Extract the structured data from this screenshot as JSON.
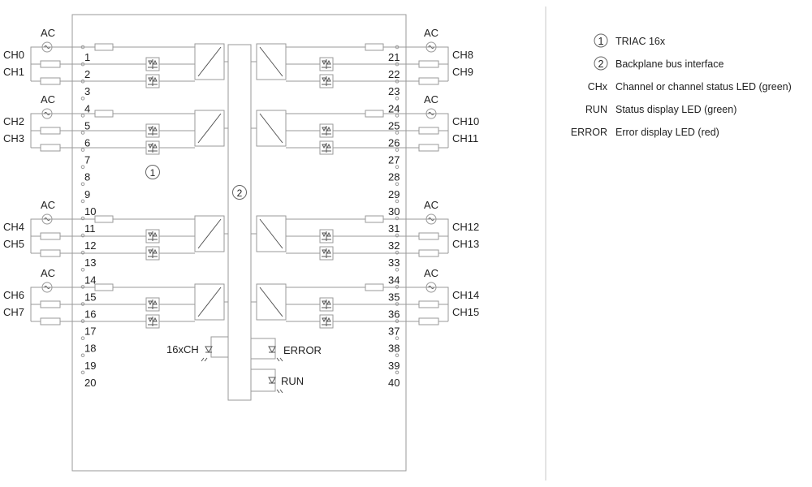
{
  "module": {
    "pins_left": [
      "1",
      "2",
      "3",
      "4",
      "5",
      "6",
      "7",
      "8",
      "9",
      "10",
      "11",
      "12",
      "13",
      "14",
      "15",
      "16",
      "17",
      "18",
      "19",
      "20"
    ],
    "pins_right": [
      "21",
      "22",
      "23",
      "24",
      "25",
      "26",
      "27",
      "28",
      "29",
      "30",
      "31",
      "32",
      "33",
      "34",
      "35",
      "36",
      "37",
      "38",
      "39",
      "40"
    ],
    "callout_triac": "1",
    "callout_bus": "2",
    "led_16xch": "16xCH",
    "led_error": "ERROR",
    "led_run": "RUN"
  },
  "channels_left": [
    {
      "ac": "AC",
      "a": "CH0",
      "b": "CH1"
    },
    {
      "ac": "AC",
      "a": "CH2",
      "b": "CH3"
    },
    {
      "ac": "AC",
      "a": "CH4",
      "b": "CH5"
    },
    {
      "ac": "AC",
      "a": "CH6",
      "b": "CH7"
    }
  ],
  "channels_right": [
    {
      "ac": "AC",
      "a": "CH8",
      "b": "CH9"
    },
    {
      "ac": "AC",
      "a": "CH10",
      "b": "CH11"
    },
    {
      "ac": "AC",
      "a": "CH12",
      "b": "CH13"
    },
    {
      "ac": "AC",
      "a": "CH14",
      "b": "CH15"
    }
  ],
  "legend": [
    {
      "key": "1",
      "circled": true,
      "text": "TRIAC 16x"
    },
    {
      "key": "2",
      "circled": true,
      "text": "Backplane bus interface"
    },
    {
      "key": "CHx",
      "circled": false,
      "text": "Channel or channel status LED (green)"
    },
    {
      "key": "RUN",
      "circled": false,
      "text": "Status display LED (green)"
    },
    {
      "key": "ERROR",
      "circled": false,
      "text": "Error display LED (red)"
    }
  ]
}
